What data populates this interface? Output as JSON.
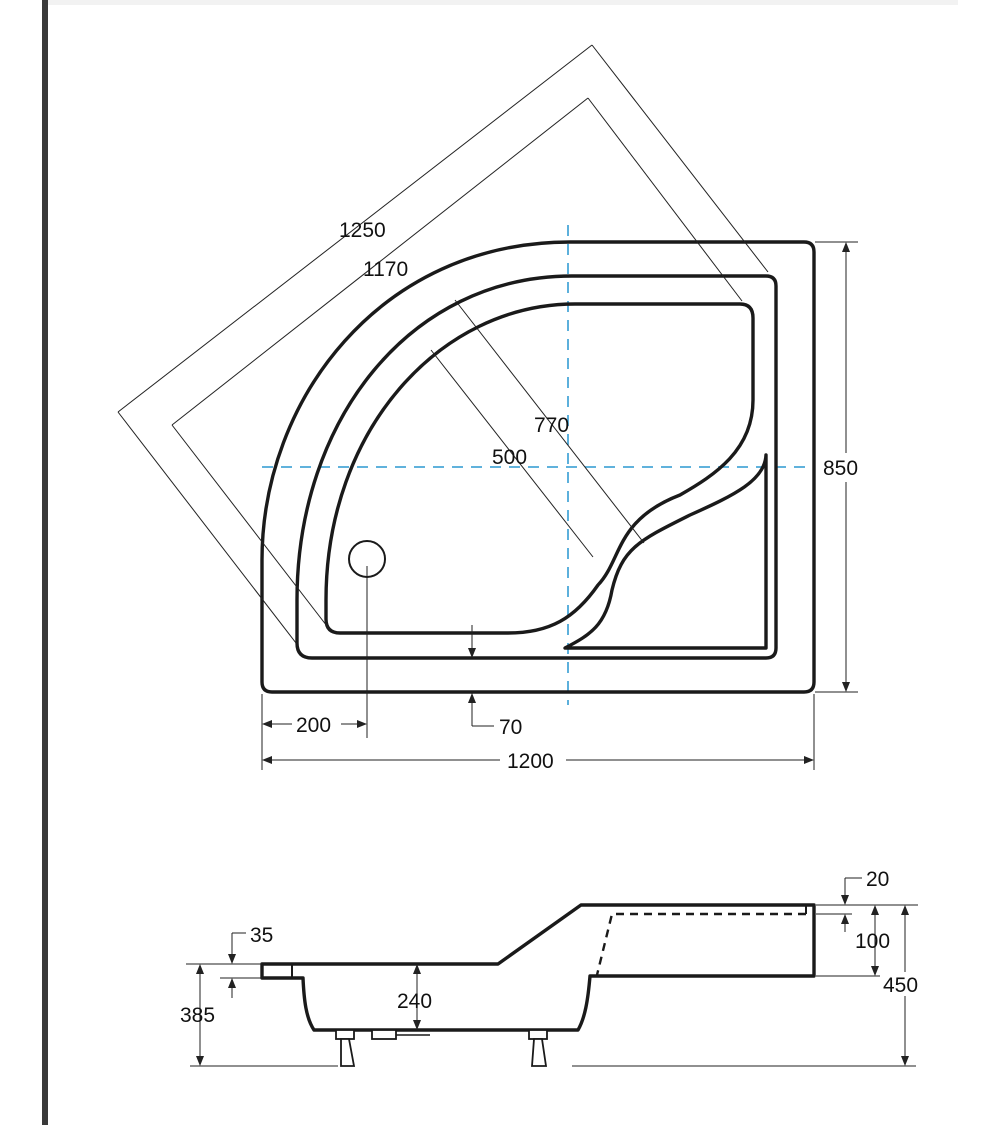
{
  "plan_dimensions": {
    "diagonal_outer": "1250",
    "diagonal_inner": "1170",
    "depth_outer": "770",
    "depth_inner": "500",
    "height": "850",
    "drain_offset": "200",
    "rim": "70",
    "width": "1200"
  },
  "section_dimensions": {
    "rim_top": "20",
    "seat_height": "100",
    "total_height": "450",
    "ledge": "35",
    "base_height": "385",
    "basin_depth": "240"
  },
  "colors": {
    "outline": "#1a1a1a",
    "axis": "#4aa8d8",
    "sidebar": "#3a3a3a"
  }
}
